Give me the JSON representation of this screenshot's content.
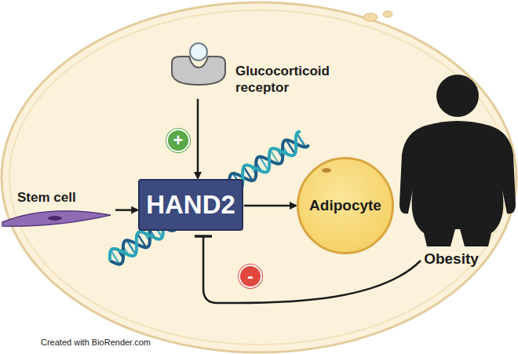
{
  "diagram": {
    "nodes": [
      {
        "text": [
          "Glucocorticoid receptor"
        ]
      },
      {
        "text": [
          "Stem cell"
        ]
      },
      {
        "text": [
          "HAND2"
        ]
      },
      {
        "text": [
          "Adipocyte"
        ]
      },
      {
        "text": [
          "Obesity"
        ]
      }
    ],
    "edges": [
      {
        "from": 0,
        "to": 2,
        "arrow": "to",
        "label": "+"
      },
      {
        "from": 1,
        "to": 2,
        "arrow": "to"
      },
      {
        "from": 2,
        "to": 3,
        "arrow": "to"
      },
      {
        "from": 4,
        "to": 2,
        "arrow": "to",
        "label": "-"
      }
    ],
    "labels": [
      "Created with BioRender.com"
    ]
  }
}
